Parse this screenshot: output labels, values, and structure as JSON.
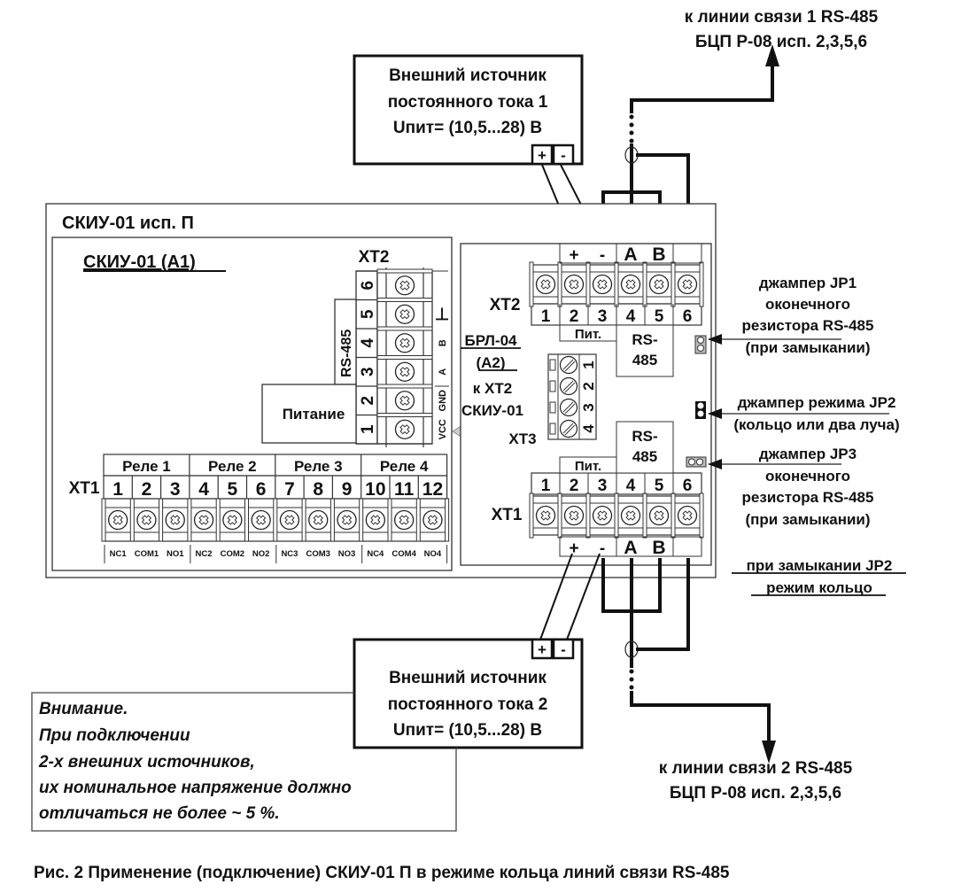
{
  "caption": "Рис. 2 Применение (подключение) СКИУ-01 П в режиме кольца линий связи RS-485",
  "line1": {
    "l1": "к линии связи 1 RS-485",
    "l2": "БЦП Р-08 исп. 2,3,5,6"
  },
  "line2": {
    "l1": "к линии связи 2 RS-485",
    "l2": "БЦП Р-08 исп. 2,3,5,6"
  },
  "source1": {
    "l1": "Внешний источник",
    "l2": "постоянного тока 1",
    "l3": "Uпит= (10,5...28) В",
    "plus": "+",
    "minus": "-"
  },
  "source2": {
    "l1": "Внешний источник",
    "l2": "постоянного тока 2",
    "l3": "Uпит= (10,5...28) В",
    "plus": "+",
    "minus": "-"
  },
  "outer": {
    "title": "СКИУ-01 исп. П"
  },
  "a1": {
    "title": "СКИУ-01  (А1)",
    "xt2": {
      "label": "XT2",
      "pins": [
        "6",
        "5",
        "4",
        "3",
        "2",
        "1"
      ],
      "group_rs": "RS-485",
      "group_power": "Питание",
      "signals": [
        "⊥",
        "B",
        "A",
        "GND",
        "VCC"
      ]
    },
    "xt1": {
      "label": "XT1",
      "relays": [
        "Реле 1",
        "Реле 2",
        "Реле 3",
        "Реле 4"
      ],
      "pins": [
        "1",
        "2",
        "3",
        "4",
        "5",
        "6",
        "7",
        "8",
        "9",
        "10",
        "11",
        "12"
      ],
      "signals": [
        "NC1",
        "COM1",
        "NO1",
        "NC2",
        "COM2",
        "NO2",
        "NC3",
        "COM3",
        "NO3",
        "NC4",
        "COM4",
        "NO4"
      ]
    }
  },
  "a2": {
    "title1": "БРЛ-04",
    "title2": "(А2)",
    "ref1": "к XT2",
    "ref2": "СКИУ-01",
    "xt3": {
      "label": "XT3",
      "pins": [
        "1",
        "2",
        "3",
        "4"
      ]
    },
    "xt2": {
      "label": "XT2",
      "pins": [
        "1",
        "2",
        "3",
        "4",
        "5",
        "6"
      ],
      "top": [
        "+",
        "-",
        "A",
        "B"
      ],
      "pit": "Пит.",
      "rs1": "RS-",
      "rs2": "485"
    },
    "xt1": {
      "label": "XT1",
      "pins": [
        "1",
        "2",
        "3",
        "4",
        "5",
        "6"
      ],
      "bottom": [
        "+",
        "-",
        "A",
        "B"
      ],
      "pit": "Пит.",
      "rs1": "RS-",
      "rs2": "485"
    }
  },
  "jumpers": {
    "jp1": [
      "джампер JP1",
      "оконечного",
      "резистора RS-485",
      "(при замыкании)"
    ],
    "jp2": [
      "джампер режима JP2",
      "(кольцо или два луча)"
    ],
    "jp3": [
      "джампер JP3",
      "оконечного",
      "резистора RS-485",
      "(при замыкании)"
    ],
    "note": [
      "при замыкании JP2",
      "режим кольцо"
    ]
  },
  "warning": [
    "Внимание.",
    "При подключении",
    "2-х внешних источников,",
    "их номинальное напряжение должно",
    "отличаться не более ~ 5 %."
  ]
}
